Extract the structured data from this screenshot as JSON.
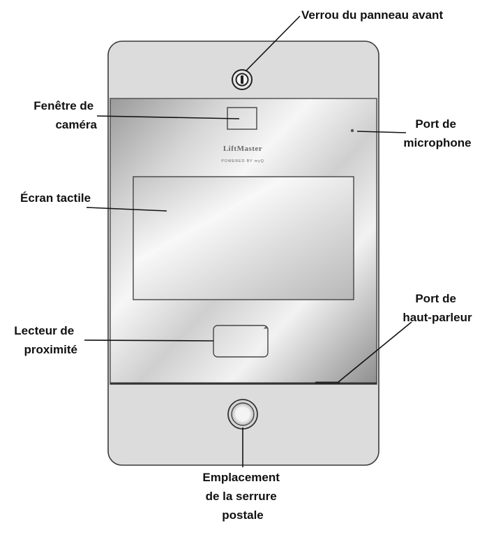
{
  "callouts": {
    "front_panel_lock": "Verrou du panneau avant",
    "camera_window": [
      "Fenêtre de",
      "caméra"
    ],
    "microphone_port": [
      "Port de",
      "microphone"
    ],
    "touchscreen": "Écran tactile",
    "proximity_reader": [
      "Lecteur de",
      "proximité"
    ],
    "speaker_port": [
      "Port de",
      "haut-parleur"
    ],
    "mail_lock_location": [
      "Emplacement",
      "de la serrure",
      "postale"
    ]
  },
  "device_text": {
    "brand": "LiftMaster",
    "powered_by": "POWERED BY myQ"
  },
  "colors": {
    "panel_fill": "#dcdcdc",
    "panel_stroke": "#3a3a3a",
    "glass_dark": "#8c8c8c",
    "glass_light": "#f4f4f4",
    "label_text": "#111111"
  }
}
